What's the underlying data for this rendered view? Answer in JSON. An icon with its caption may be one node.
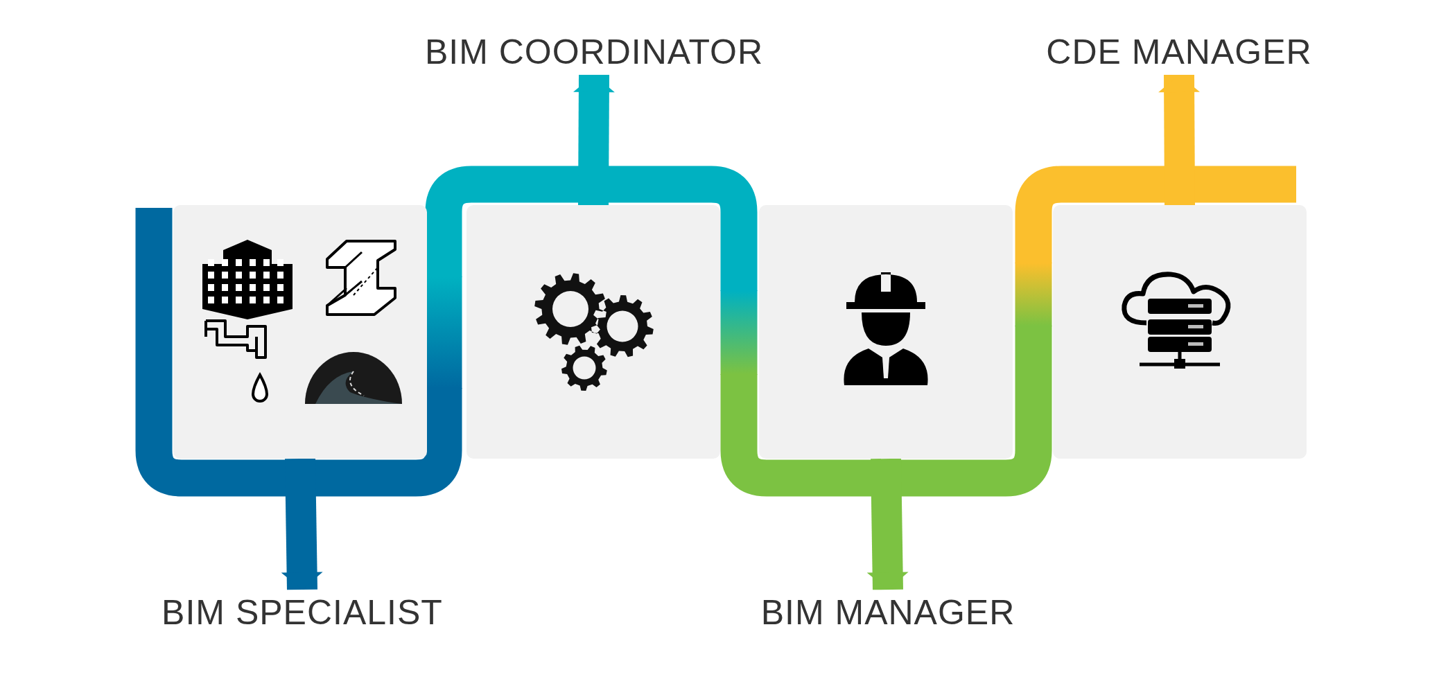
{
  "diagram": {
    "nodes": [
      {
        "text": [],
        "shape": "box"
      },
      {
        "text": [],
        "shape": "box"
      },
      {
        "text": [],
        "shape": "box"
      },
      {
        "text": [],
        "shape": "box"
      },
      {
        "text": [
          "BIM SPECIALIST"
        ]
      },
      {
        "text": [
          "BIM COORDINATOR"
        ]
      },
      {
        "text": [
          "BIM MANAGER"
        ]
      },
      {
        "text": [
          "CDE MANAGER"
        ]
      }
    ],
    "edges": [
      {
        "from": 0,
        "to": 4,
        "arrow": "to",
        "color": "#0069a0"
      },
      {
        "from": 1,
        "to": 5,
        "arrow": "to",
        "color": "#00b1c1"
      },
      {
        "from": 2,
        "to": 6,
        "arrow": "to",
        "color": "#7cc242"
      },
      {
        "from": 3,
        "to": 7,
        "arrow": "to",
        "color": "#fbbf2d"
      }
    ]
  }
}
